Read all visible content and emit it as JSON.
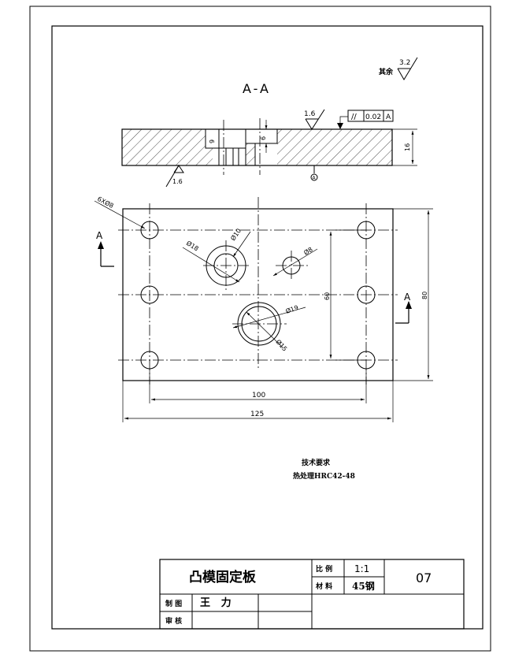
{
  "section_title": "A-A",
  "roughness_rest": {
    "label": "其余",
    "value": "3.2"
  },
  "roughness_top": "1.6",
  "roughness_bottom": "1.6",
  "parallelism": {
    "symbol": "//",
    "tolerance": "0.02",
    "datum": "A"
  },
  "datum_label": "A",
  "section_dims": {
    "depth_left": "9",
    "depth_right": "6",
    "thickness": "16"
  },
  "view_callouts": {
    "hole_pattern": "6XØ8",
    "d18": "Ø18",
    "d10": "Ø10",
    "d8": "Ø8",
    "d19": "Ø19",
    "d15": "Ø15"
  },
  "view_dims": {
    "v60": "60",
    "v80": "80",
    "h100": "100",
    "h125": "125"
  },
  "section_marks": {
    "left": "A",
    "right": "A"
  },
  "tech_req": {
    "title": "技术要求",
    "line1": "热处理HRC42-48"
  },
  "title_block": {
    "part_name": "凸模固定板",
    "scale_label": "比 例",
    "scale_value": "1:1",
    "material_label": "材 料",
    "material_value": "45钢",
    "drawing_no": "07",
    "drawn_label": "制 图",
    "drawn_name": "王   力",
    "checked_label": "审 核"
  }
}
